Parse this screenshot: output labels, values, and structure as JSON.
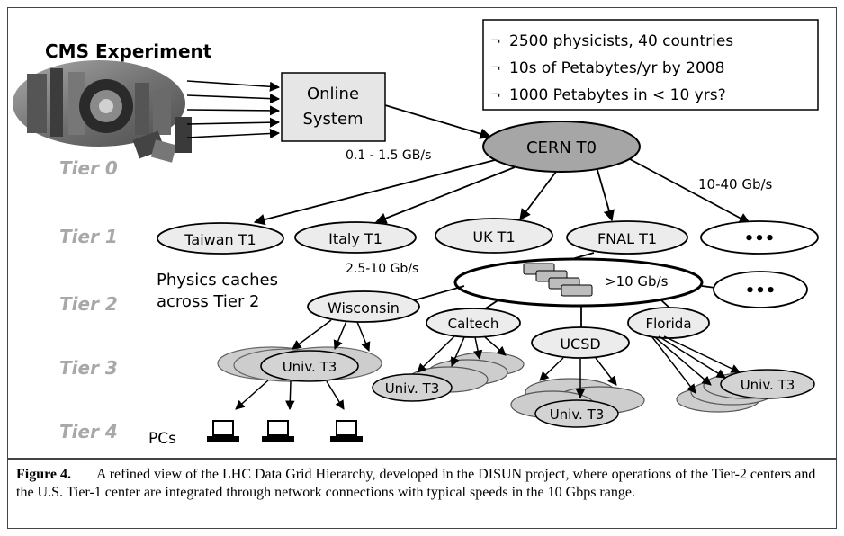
{
  "diagram": {
    "experiment_title": "CMS Experiment",
    "online_system": [
      "Online",
      "System"
    ],
    "facts": [
      "2500 physicists, 40 countries",
      "10s of Petabytes/yr by 2008",
      "1000 Petabytes in < 10 yrs?"
    ],
    "fact_bullet": "¬",
    "tiers": [
      "Tier 0",
      "Tier 1",
      "Tier 2",
      "Tier 3",
      "Tier 4"
    ],
    "tier0_node": "CERN T0",
    "tier1_nodes": [
      "Taiwan T1",
      "Italy T1",
      "UK T1",
      "FNAL T1",
      "•••"
    ],
    "tier2_nodes": [
      "Wisconsin",
      "Caltech",
      "UCSD",
      "Florida",
      "•••"
    ],
    "tier3_label": "Univ. T3",
    "tier4_label": "PCs",
    "rates": {
      "online_to_cern": "0.1 - 1.5 GB/s",
      "tier0_to_tier1": "10-40 Gb/s",
      "tier1_to_tier2": "2.5-10 Gb/s",
      "tier2_ring": ">10 Gb/s"
    },
    "physics_caches": [
      "Physics caches",
      "across Tier 2"
    ],
    "colors": {
      "node_fill": "#ececec",
      "cern_fill": "#a6a6a6",
      "tier_label": "#a8a8a8",
      "online_fill": "#e6e6e6"
    }
  },
  "caption": {
    "label": "Figure 4.",
    "text": "A refined view of the LHC Data Grid Hierarchy, developed in the DISUN project, where operations of the Tier-2 centers and the U.S. Tier-1 center are integrated through network connections with typical speeds in the 10 Gbps range."
  }
}
